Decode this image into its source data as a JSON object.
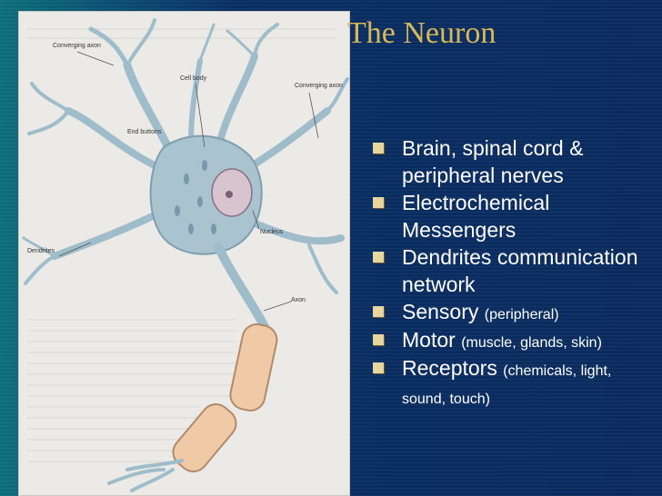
{
  "slide": {
    "title": "The Neuron",
    "bullets": [
      {
        "main": "Brain, spinal cord & peripheral nerves",
        "note": ""
      },
      {
        "main": "Electrochemical Messengers",
        "note": ""
      },
      {
        "main": "Dendrites communication network",
        "note": ""
      },
      {
        "main": "Sensory",
        "note": "(peripheral)"
      },
      {
        "main": "Motor",
        "note": "(muscle, glands, skin)"
      },
      {
        "main": "Receptors",
        "note": "(chemicals, light, sound, touch)"
      }
    ]
  },
  "figure": {
    "labels": {
      "converging_axon_left": "Converging axon",
      "cell_body": "Cell body",
      "converging_axon_right": "Converging axon",
      "end_buttons": "End buttons",
      "dendrites": "Dendrites",
      "nucleus": "Nucleus",
      "axon": "Axon"
    }
  },
  "colors": {
    "title": "#d7b85a",
    "bullet_square": "#e8d6a0",
    "neuron_fill": "#a9c3cf",
    "myelin": "#f0c9a6"
  }
}
